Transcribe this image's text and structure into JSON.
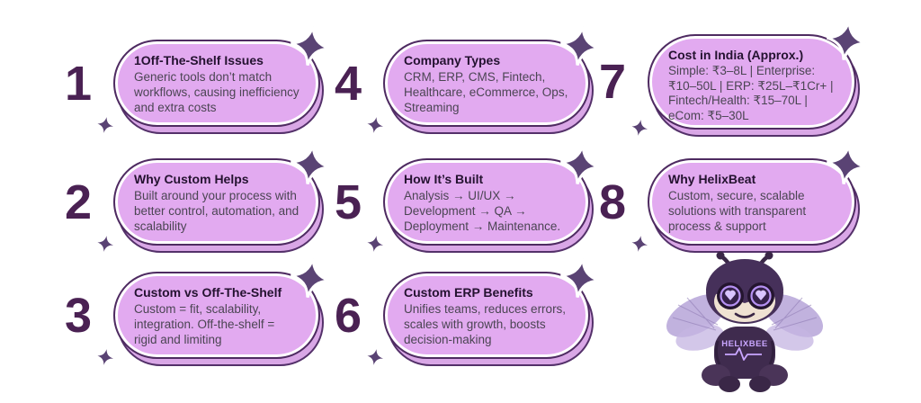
{
  "page": {
    "background": "#ffffff"
  },
  "colors": {
    "card_fill": "#e2aaf0",
    "card_shadow_fill": "#d9a7e6",
    "card_border": "#4e2b61",
    "number_text": "#4a2153",
    "title_text": "#241230",
    "body_text": "#4b4553",
    "star": "#5a4374",
    "mascot_body": "#432e52",
    "mascot_face": "#efe2d2",
    "mascot_wing": "#b6a4d8",
    "mascot_glow": "#c9a6ff"
  },
  "cards": [
    {
      "number": "1",
      "title": "1Off-The-Shelf Issues",
      "body": "Generic tools don’t match workflows, causing inefficiency and extra costs"
    },
    {
      "number": "2",
      "title": "Why Custom Helps",
      "body": "Built around your process with better control, automation, and scalability"
    },
    {
      "number": "3",
      "title": "Custom vs Off-The-Shelf",
      "body": "Custom = fit, scalability, integration. Off-the-shelf = rigid and limiting"
    },
    {
      "number": "4",
      "title": "Company Types",
      "body": "CRM, ERP, CMS, Fintech, Healthcare, eCommerce, Ops, Streaming"
    },
    {
      "number": "5",
      "title": "How It’s Built",
      "body": "Analysis → UI/UX → Development → QA → Deployment → Maintenance."
    },
    {
      "number": "6",
      "title": "Custom ERP Benefits",
      "body": "Unifies teams, reduces errors, scales with growth, boosts decision-making"
    },
    {
      "number": "7",
      "title": "Cost in India (Approx.)",
      "body": "Simple: ₹3–8L | Enterprise: ₹10–50L | ERP: ₹25L–₹1Cr+ | Fintech/Health: ₹15–70L | eCom: ₹5–30L"
    },
    {
      "number": "8",
      "title": "Why HelixBeat",
      "body": "Custom, secure, scalable solutions with transparent process & support"
    }
  ],
  "mascot": {
    "label": "HELIXBEE"
  }
}
